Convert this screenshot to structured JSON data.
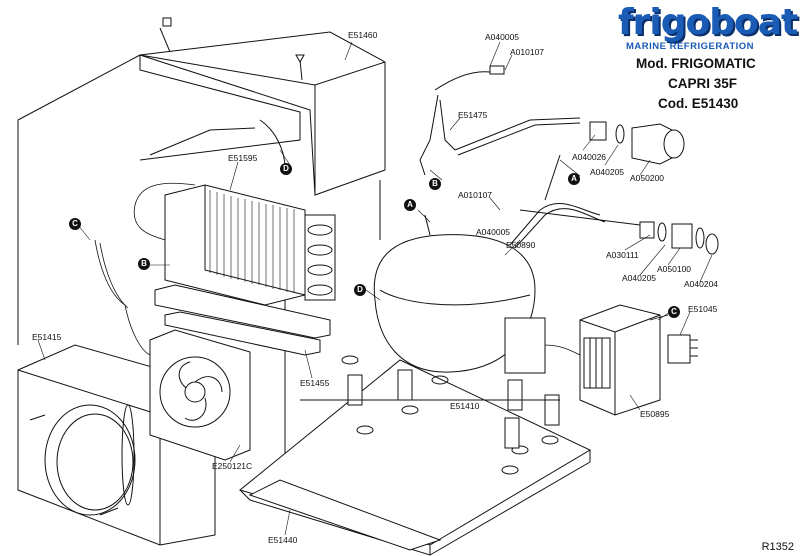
{
  "brand": {
    "logo": "frigoboat",
    "subtitle": "MARINE REFRIGERATION",
    "colors": {
      "logo": "#1a5bb5",
      "logo_shadow": "#0b2f6b"
    }
  },
  "model": {
    "line1": "Mod. FRIGOMATIC",
    "line2": "CAPRI 35F",
    "line3": "Cod. E51430"
  },
  "reference": "R1352",
  "parts": {
    "e51460": "E51460",
    "a040005_top": "A040005",
    "a010107_top": "A010107",
    "e51475": "E51475",
    "a040026": "A040026",
    "a040205_top": "A040205",
    "a050200": "A050200",
    "e51595": "E51595",
    "a010107_mid": "A010107",
    "a040005_mid": "A040005",
    "e50890": "E50890",
    "a030111": "A030111",
    "a040205_bot": "A040205",
    "a050100": "A050100",
    "a040204": "A040204",
    "e51045": "E51045",
    "e51415": "E51415",
    "e51455": "E51455",
    "e51410": "E51410",
    "e50895": "E50895",
    "e250121c": "E250121C",
    "e51440": "E51440"
  },
  "callouts": {
    "a1": "A",
    "a2": "A",
    "b1": "B",
    "b2": "B",
    "c1": "C",
    "c2": "C",
    "d1": "D",
    "d2": "D"
  }
}
